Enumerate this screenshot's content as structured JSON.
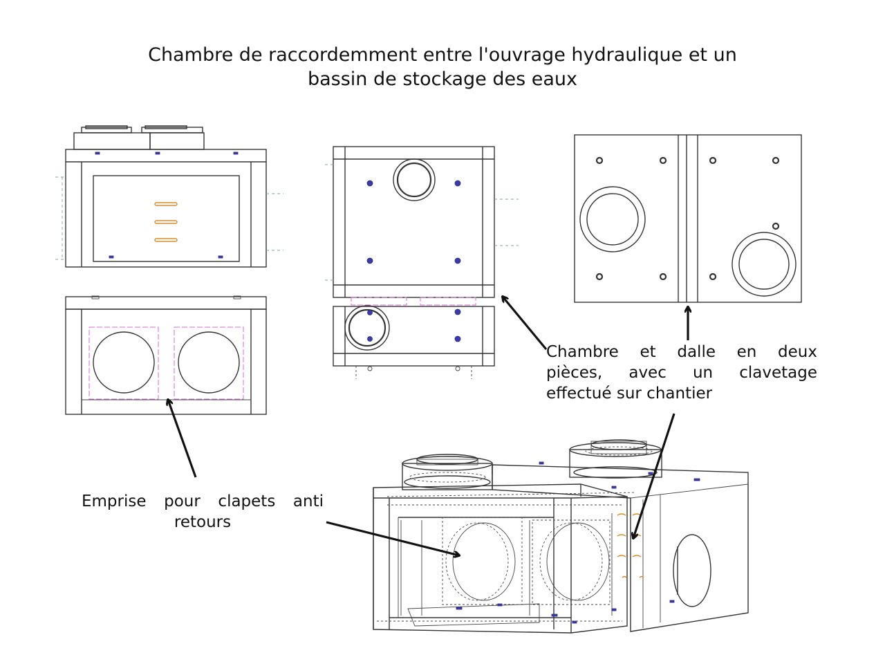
{
  "title": {
    "line1": "Chambre de raccordemment entre l'ouvrage hydraulique et un",
    "line2": "bassin de stockage des eaux"
  },
  "captions": {
    "chambre": {
      "line1": "Chambre et dalle en deux",
      "line2": "pièces, avec un clavetage",
      "line3": "effectué sur chantier"
    },
    "emprise": {
      "line1": "Emprise pour clapets anti",
      "line2": "retours"
    }
  },
  "colors": {
    "line": "#333333",
    "anchor": "#2a2a88",
    "clapet_zone": "#d86ad8",
    "lifting_insert": "#d98a2a",
    "axis": "#7aa89a"
  }
}
